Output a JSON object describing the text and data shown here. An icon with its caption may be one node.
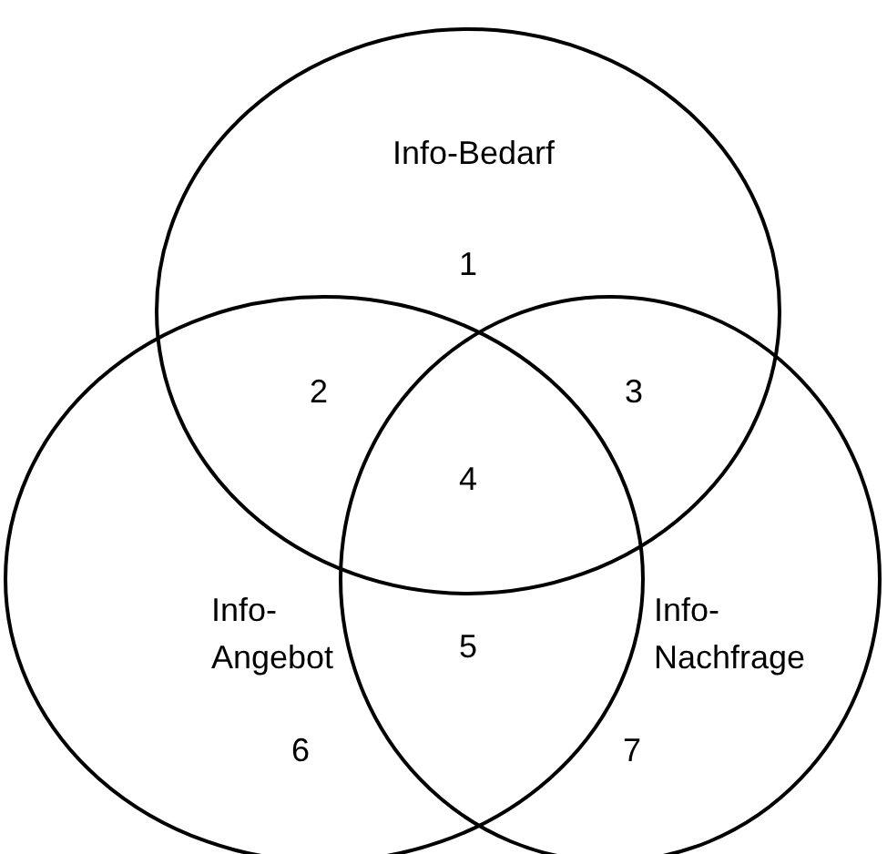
{
  "diagram": {
    "nodes": [
      {
        "text": [
          "Info-Bedarf"
        ]
      },
      {
        "text": [
          "Info-Angebot"
        ]
      },
      {
        "text": [
          "Info-Nachfrage"
        ]
      }
    ],
    "labels": [
      "1",
      "2",
      "3",
      "4",
      "5",
      "6",
      "7"
    ]
  }
}
